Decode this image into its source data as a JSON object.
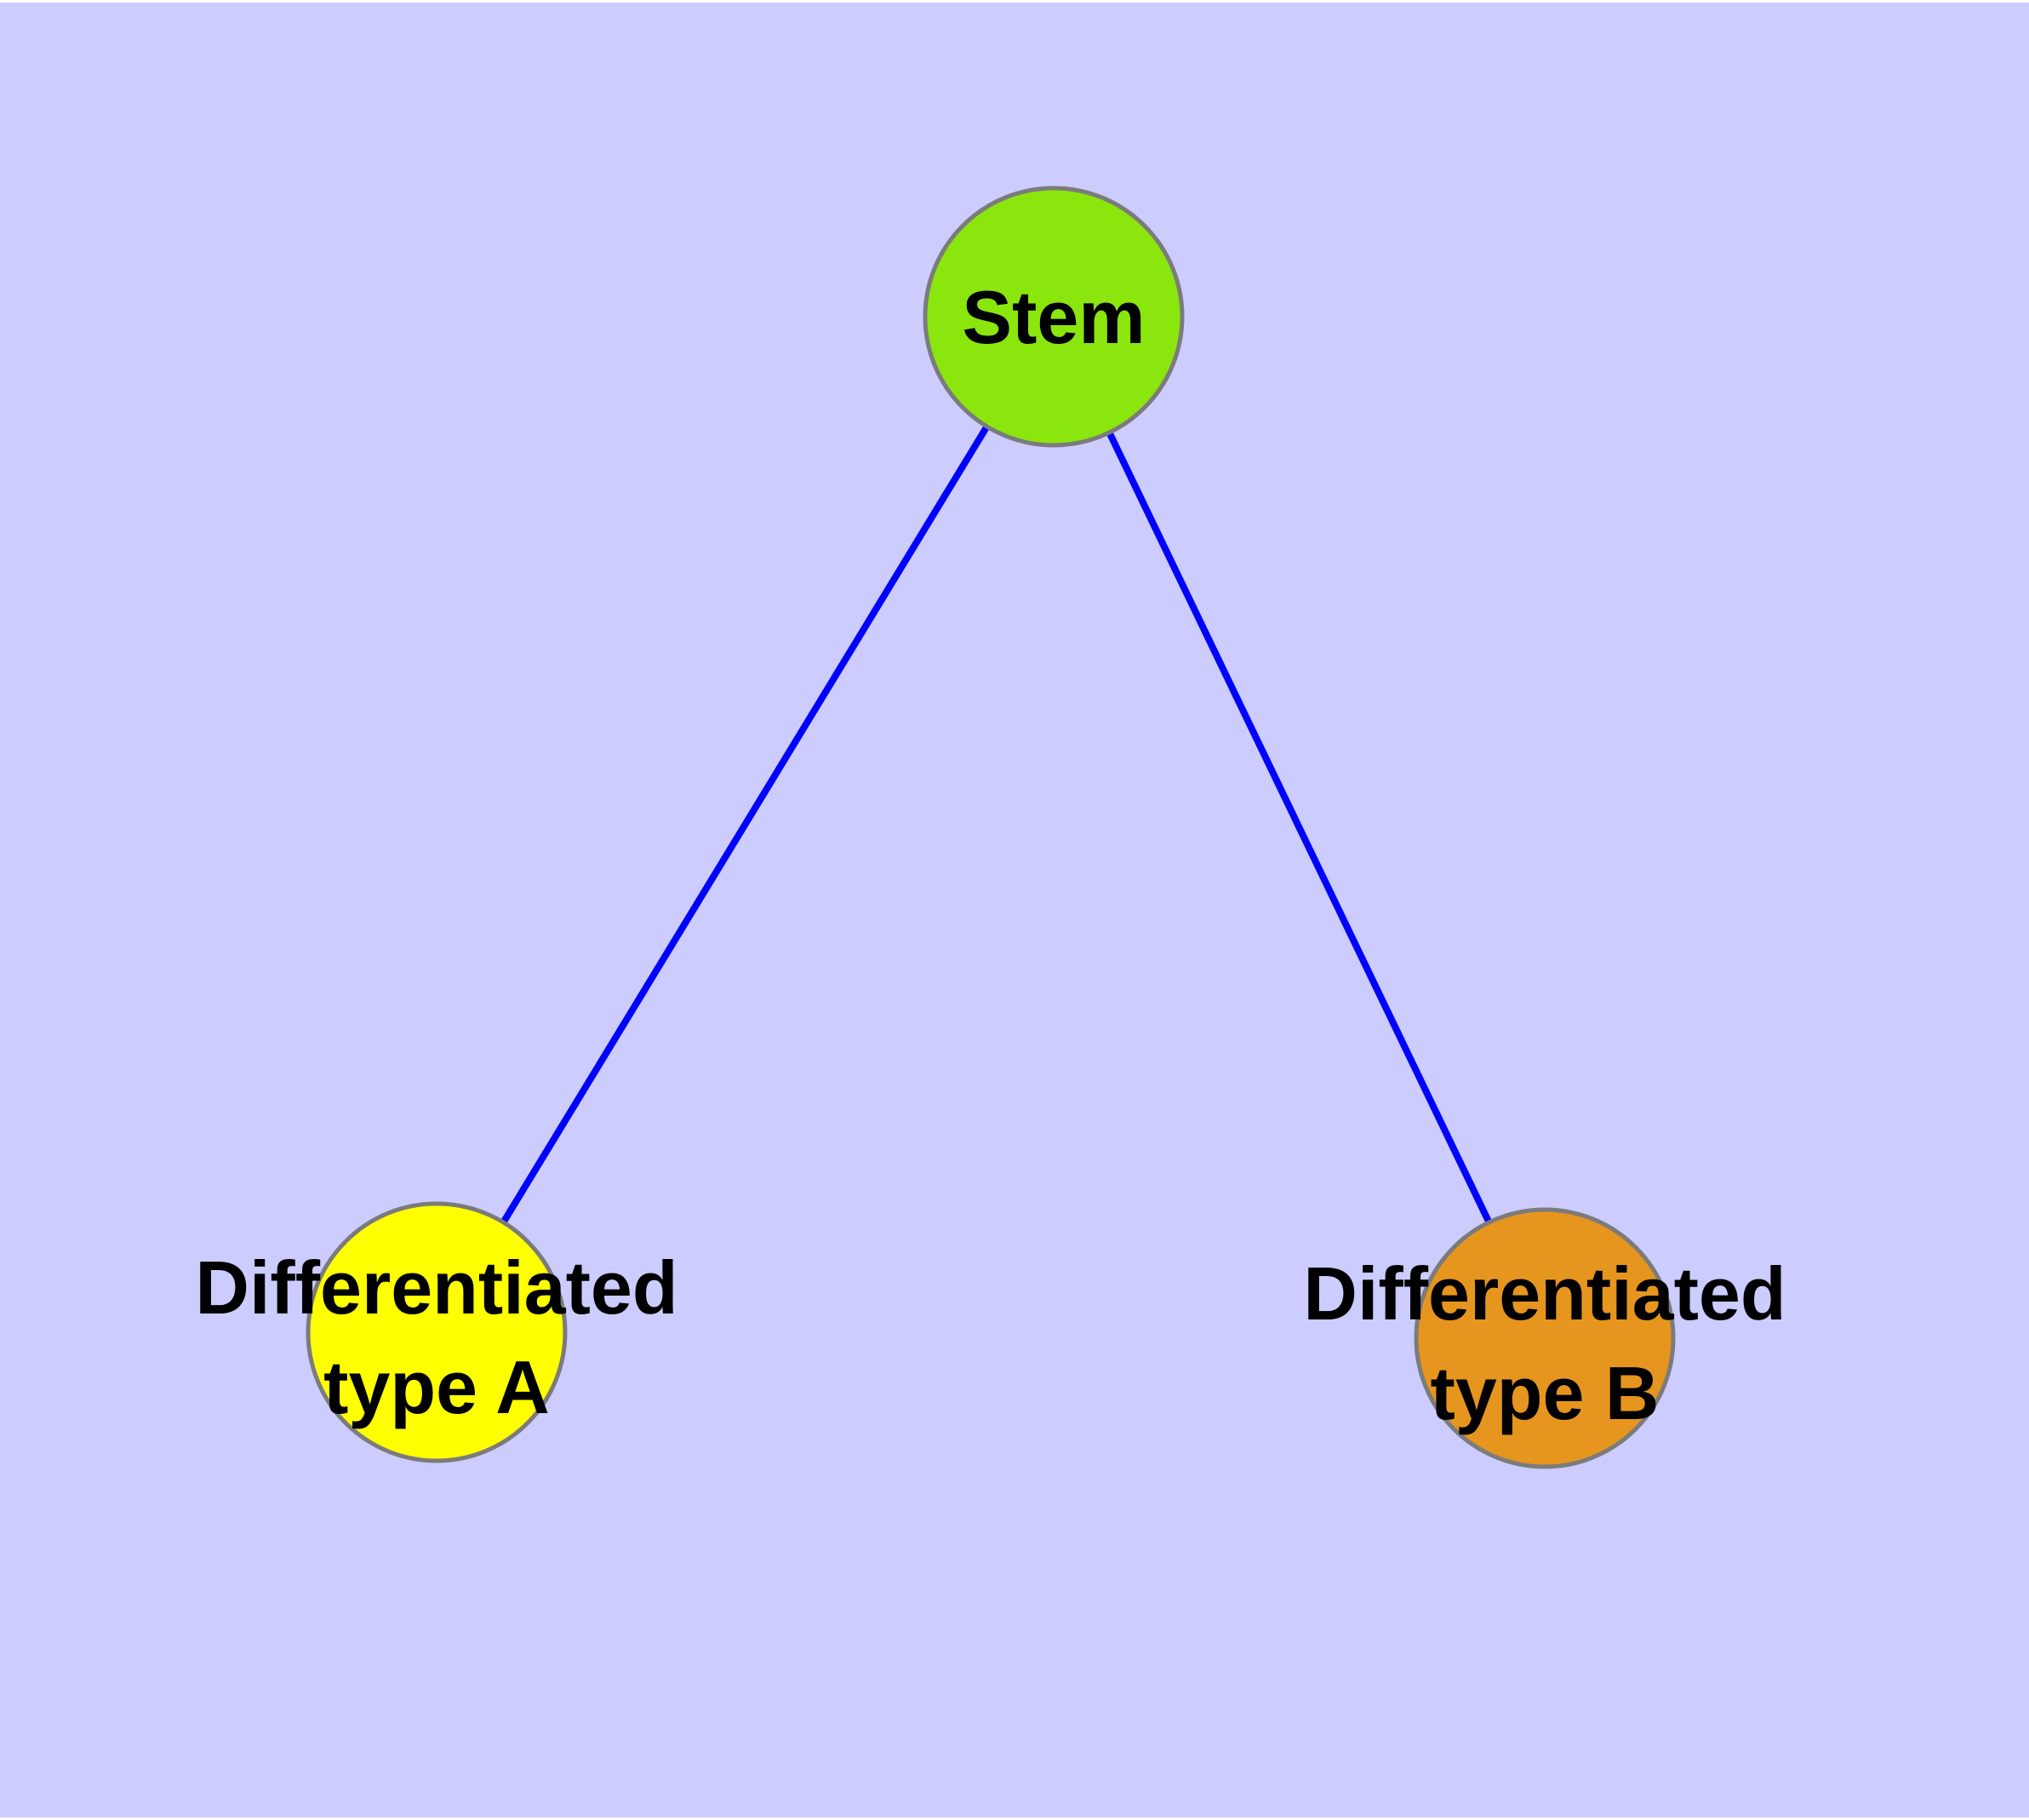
{
  "figure": {
    "type": "node-edge-diagram",
    "background_color": "#CCCCFF",
    "margin_color": "#FFFFFF",
    "edge_color": "#0000FF",
    "node_border_color": "#7B7B7B",
    "label_color": "#000000",
    "nodes": [
      {
        "id": "stem",
        "label_lines": [
          "Stem"
        ],
        "fill": "#8BE60D"
      },
      {
        "id": "differentiated-type-a",
        "label_lines": [
          "Differentiated",
          "type A"
        ],
        "fill": "#FFFF00"
      },
      {
        "id": "differentiated-type-b",
        "label_lines": [
          "Differentiated",
          "type B"
        ],
        "fill": "#E6961E"
      }
    ],
    "edges": [
      {
        "from": "Stem",
        "to": "Differentiated type A"
      },
      {
        "from": "Stem",
        "to": "Differentiated type B"
      }
    ]
  }
}
